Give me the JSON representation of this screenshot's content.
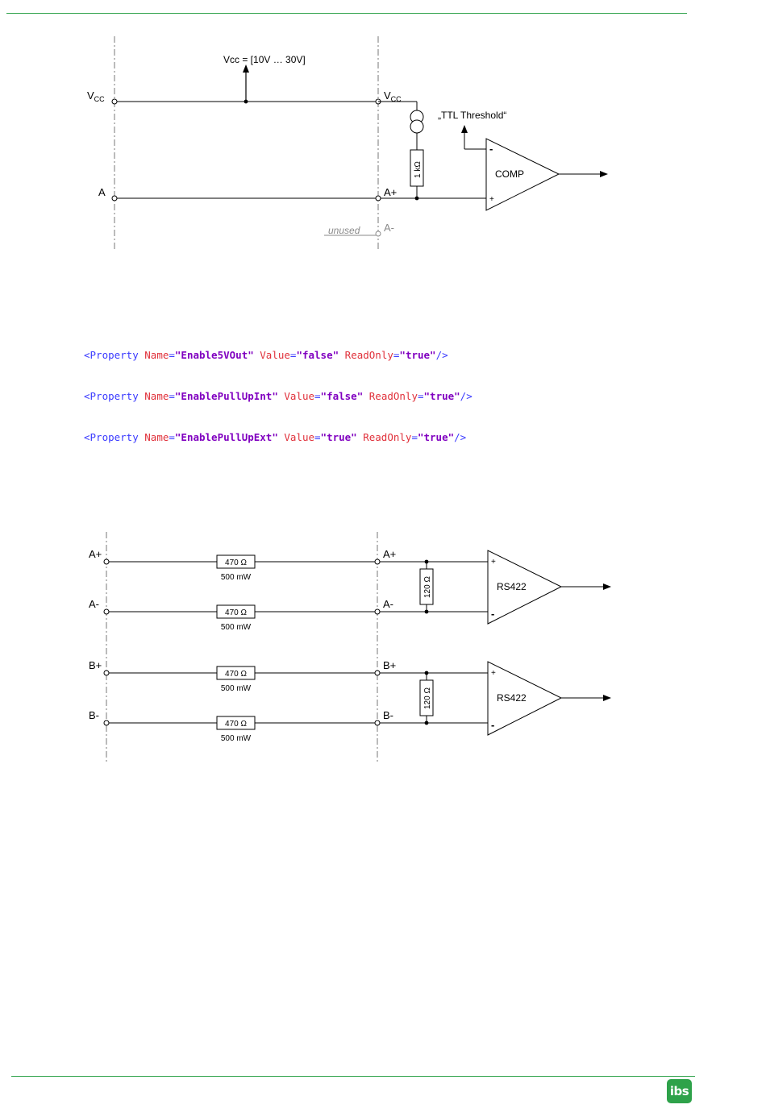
{
  "colors": {
    "rule": "#2ea24a",
    "logo_bg": "#2ea24a",
    "wire": "#000000",
    "guide": "#777777",
    "unused": "#8a8a8a",
    "code_tag": "#3a3aff",
    "code_attr": "#e0303a",
    "code_value": "#8000c0"
  },
  "diagram1": {
    "supply_label": "Vcc = [10V … 30V]",
    "vcc_left_main": "V",
    "vcc_left_sub": "CC",
    "vcc_right_main": "V",
    "vcc_right_sub": "CC",
    "threshold_label": "„TTL Threshold“",
    "resistor_label": "1 kΩ",
    "terminal_a_left": "A",
    "terminal_a_plus": "A+",
    "terminal_a_minus": "A-",
    "unused_label": "unused",
    "comparator_label": "COMP",
    "comp_minus": "-",
    "comp_plus": "+"
  },
  "code_lines": [
    {
      "tag_open": "<Property",
      "name_attr": "Name",
      "eq": "=",
      "name_value": "\"Enable5VOut\"",
      "value_attr": "Value",
      "value_value": "\"false\"",
      "ro_attr": "ReadOnly",
      "ro_value": "\"true\"",
      "tag_close": "/>"
    },
    {
      "tag_open": "<Property",
      "name_attr": "Name",
      "eq": "=",
      "name_value": "\"EnablePullUpInt\"",
      "value_attr": "Value",
      "value_value": "\"false\"",
      "ro_attr": "ReadOnly",
      "ro_value": "\"true\"",
      "tag_close": "/>"
    },
    {
      "tag_open": "<Property",
      "name_attr": "Name",
      "eq": "=",
      "name_value": "\"EnablePullUpExt\"",
      "value_attr": "Value",
      "value_value": "\"true\"",
      "ro_attr": "ReadOnly",
      "ro_value": "\"true\"",
      "tag_close": "/>"
    }
  ],
  "diagram2": {
    "left_terminals": [
      "A+",
      "A-",
      "B+",
      "B-"
    ],
    "right_terminals": [
      "A+",
      "A-",
      "B+",
      "B-"
    ],
    "series_resistor": "470 Ω",
    "series_power": "500 mW",
    "termination_resistor": "120 Ω",
    "receiver_label": "RS422",
    "rx_plus": "+",
    "rx_minus": "-"
  },
  "footer": {
    "logo_text": "ibs"
  }
}
